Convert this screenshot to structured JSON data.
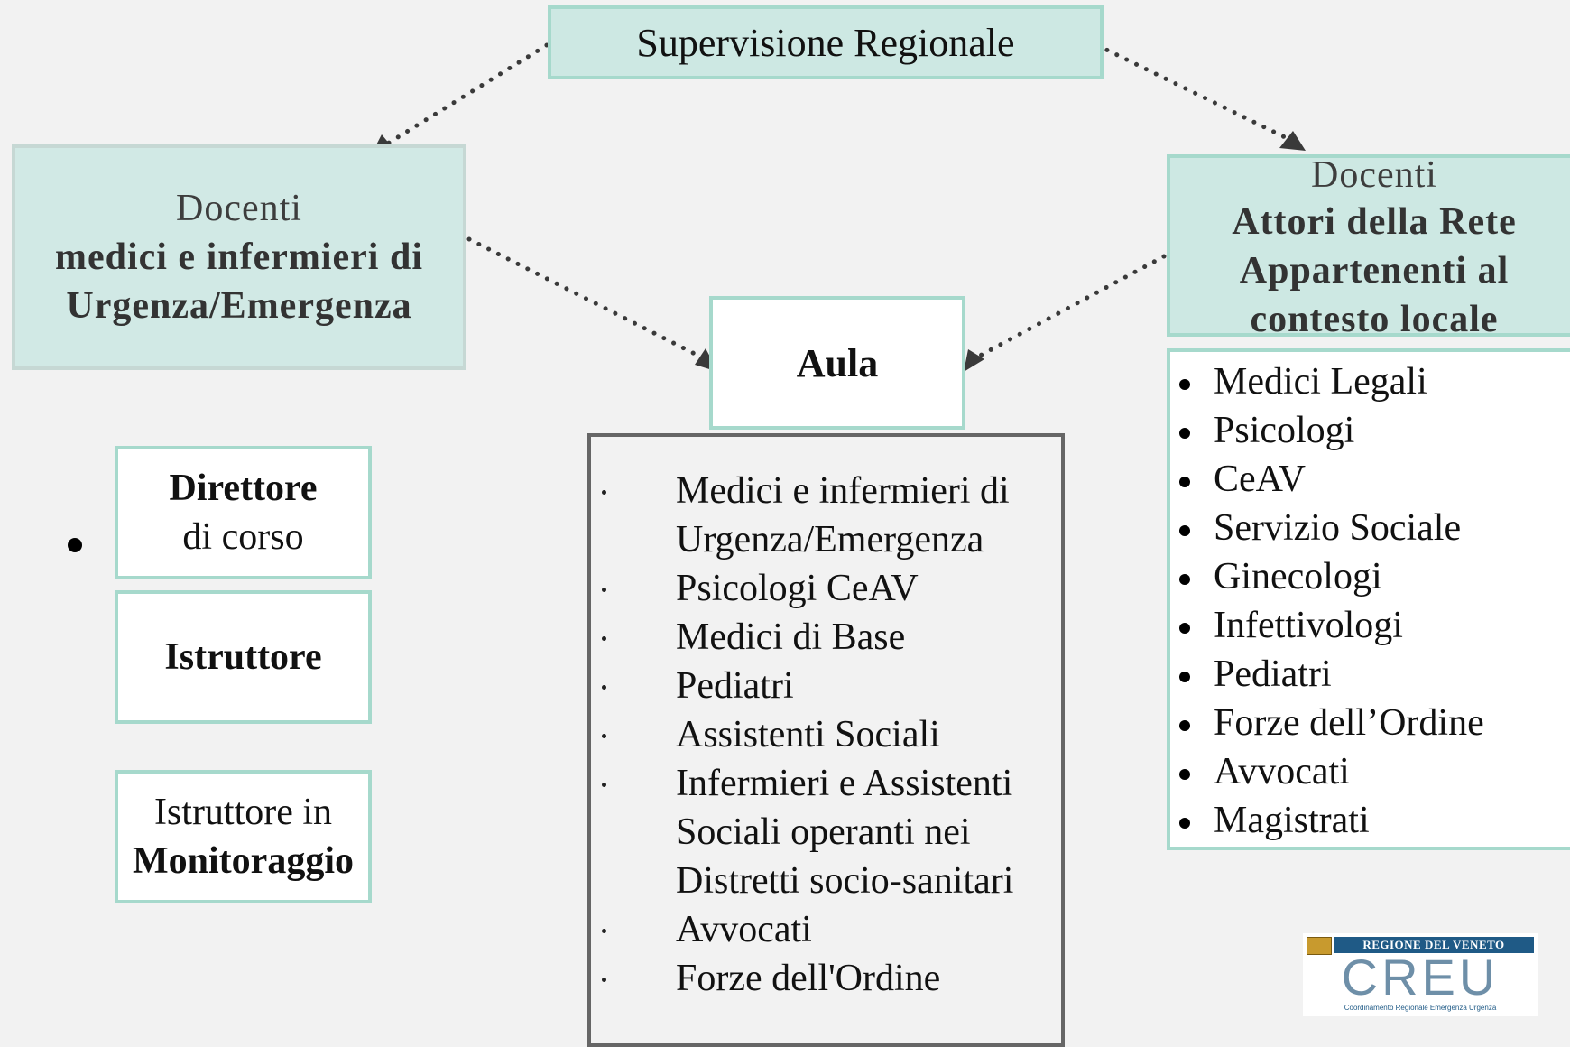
{
  "supervision": {
    "title": "Supervisione Regionale"
  },
  "left_docenti": {
    "line1": "Docenti",
    "line2": "medici e infermieri di",
    "line3": "Urgenza/Emergenza"
  },
  "right_docenti": {
    "line1": "Docenti",
    "line2": "Attori della Rete",
    "line3": "Appartenenti al",
    "line4": "contesto locale"
  },
  "aula": {
    "title": "Aula"
  },
  "roles": {
    "direttore_bold": "Direttore",
    "direttore_rest": "di corso",
    "istruttore": "Istruttore",
    "monitor_line1": "Istruttore in",
    "monitor_line2": "Monitoraggio"
  },
  "aula_list": [
    "Medici e infermieri di Urgenza/Emergenza",
    "Psicologi CeAV",
    "Medici di Base",
    "Pediatri",
    "Assistenti Sociali",
    "Infermieri e Assistenti Sociali operanti nei Distretti socio-sanitari",
    "Avvocati",
    "Forze dell'Ordine"
  ],
  "rete_list": [
    "Medici Legali",
    "Psicologi",
    "CeAV",
    "Servizio Sociale",
    "Ginecologi",
    "Infettivologi",
    "Pediatri",
    "Forze dell’Ordine",
    "Avvocati",
    "Magistrati"
  ],
  "logo": {
    "top": "REGIONE DEL VENETO",
    "main": "CREU",
    "sub": "Coordinamento Regionale Emergenza Urgenza"
  },
  "colors": {
    "box_fill": "#cde8e3",
    "box_border": "#a6d9cc",
    "list_border": "#666666",
    "background": "#f2f2f2"
  }
}
